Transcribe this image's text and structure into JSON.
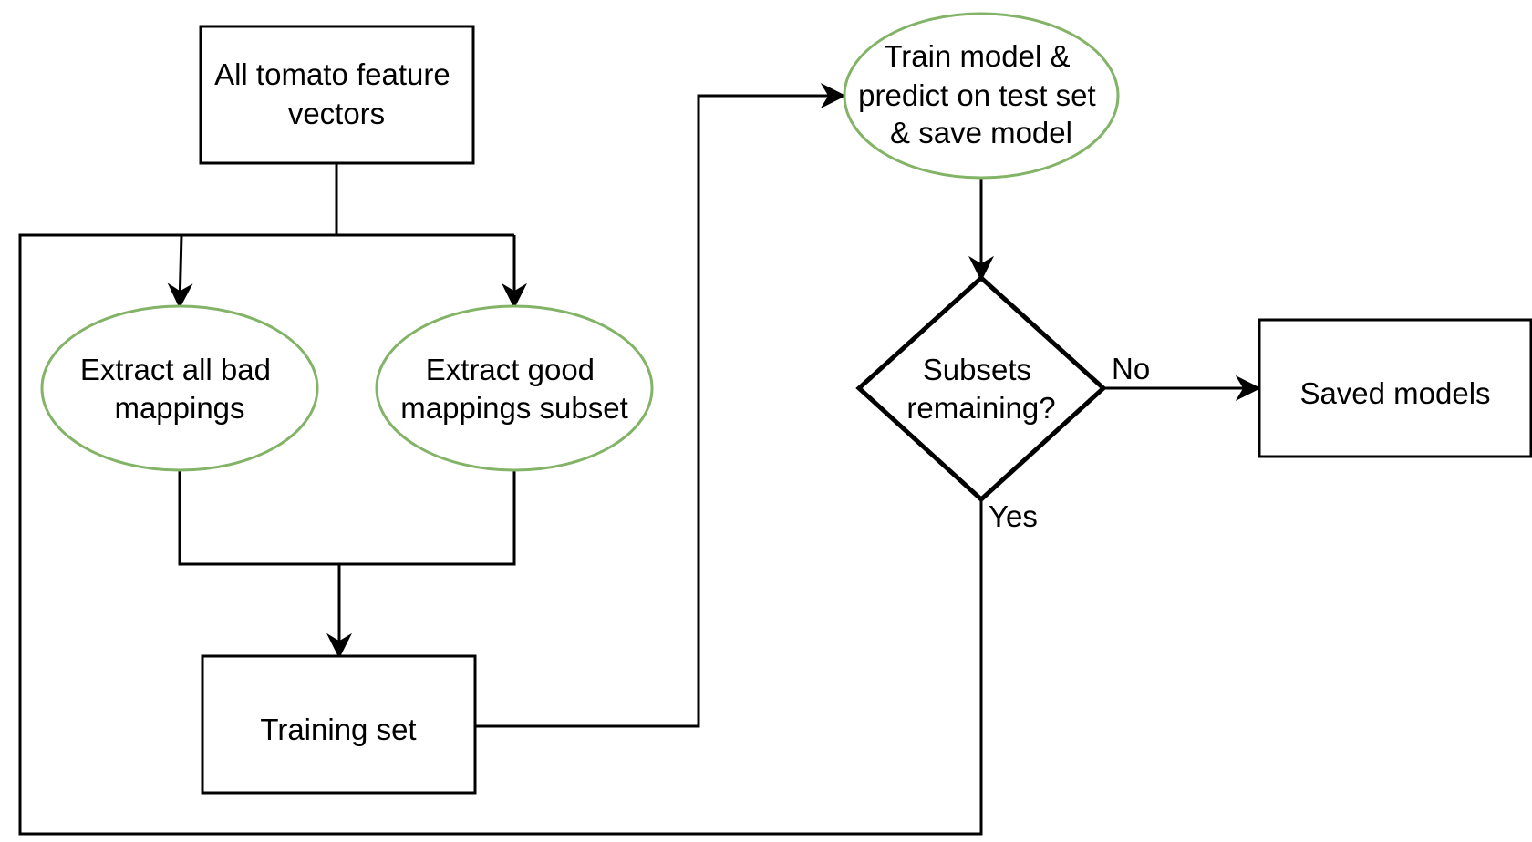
{
  "nodes": {
    "all_vectors": {
      "lines": [
        "All tomato feature",
        "vectors"
      ]
    },
    "extract_bad": {
      "lines": [
        "Extract all bad",
        "mappings"
      ]
    },
    "extract_good": {
      "lines": [
        "Extract good",
        "mappings subset"
      ]
    },
    "training_set": {
      "lines": [
        "Training set"
      ]
    },
    "train_model": {
      "lines": [
        "Train model &",
        "predict on test set",
        "& save model"
      ]
    },
    "subsets_remaining": {
      "lines": [
        "Subsets",
        "remaining?"
      ]
    },
    "saved_models": {
      "lines": [
        "Saved models"
      ]
    }
  },
  "edges": {
    "no_label": "No",
    "yes_label": "Yes"
  },
  "colors": {
    "process_border": "#82b366",
    "line": "#000000",
    "background": "#ffffff"
  }
}
